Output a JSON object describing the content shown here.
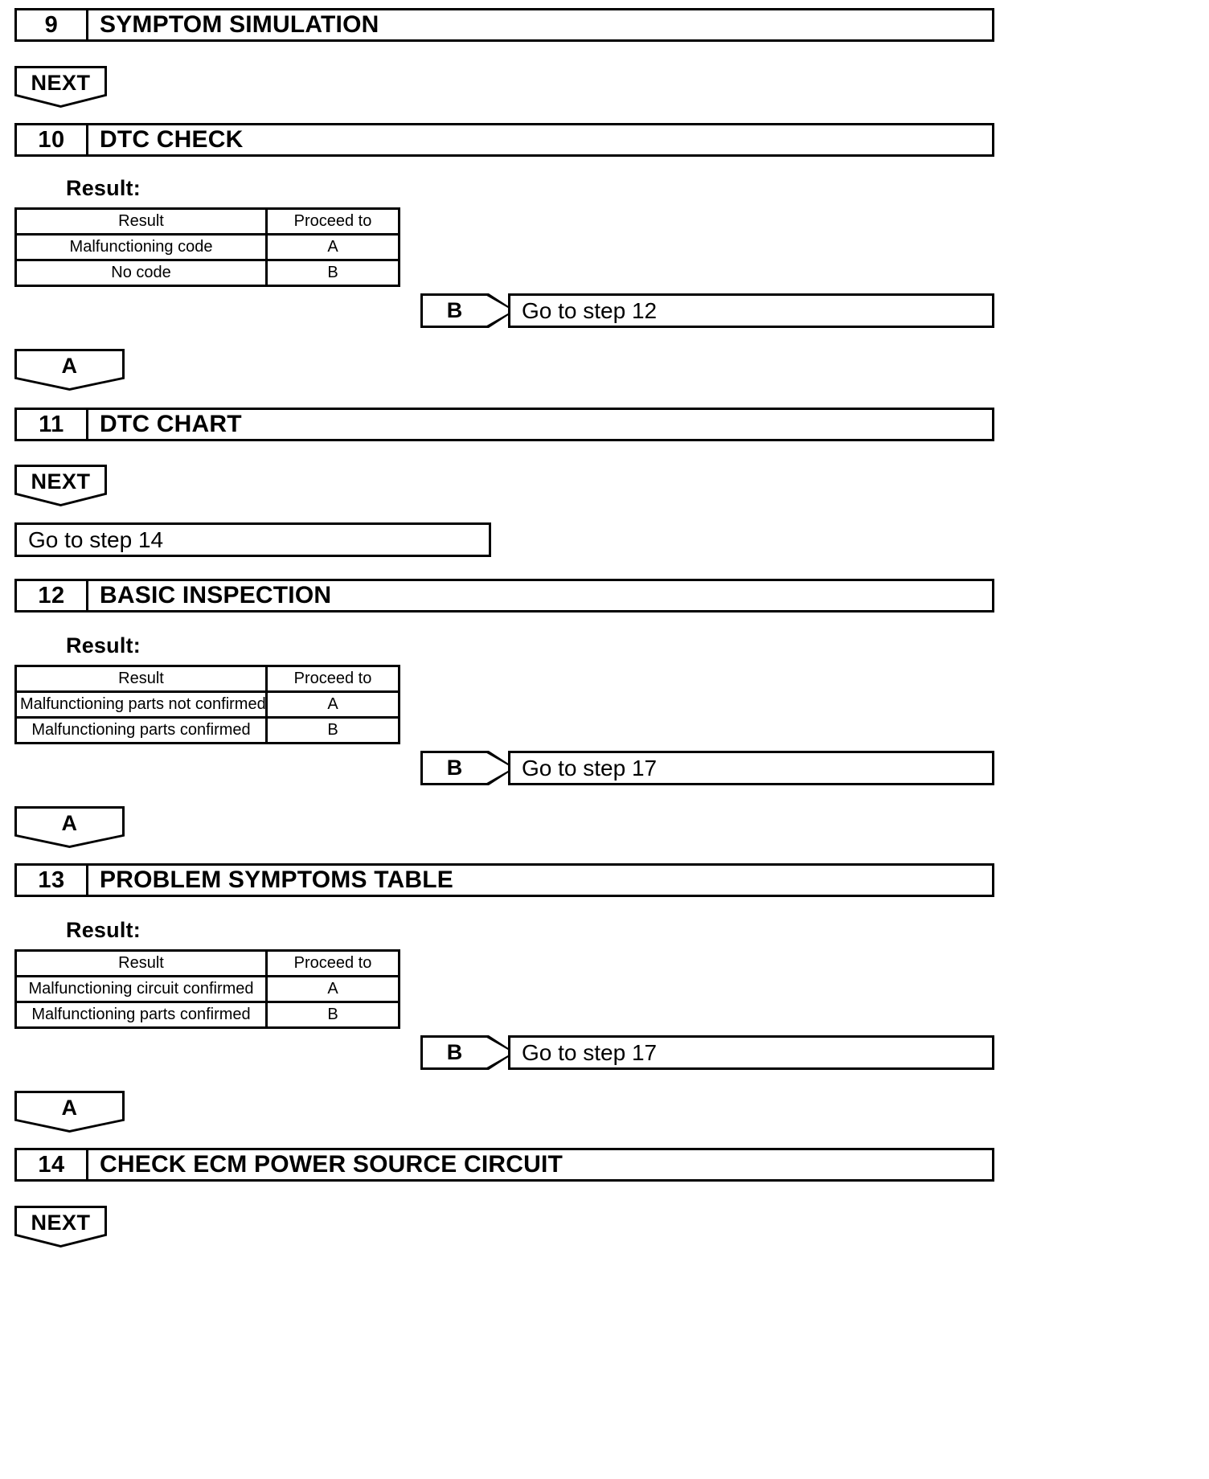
{
  "document": {
    "kind": "diagnostic-flowchart",
    "colors": {
      "ink": "#000000",
      "paper": "#ffffff"
    }
  },
  "table_headers": {
    "result": "Result",
    "proceed_to": "Proceed to"
  },
  "nodes": {
    "step9": {
      "number": "9",
      "title": "SYMPTOM SIMULATION"
    },
    "next_after_9": {
      "label": "NEXT"
    },
    "step10": {
      "number": "10",
      "title": "DTC CHECK"
    },
    "step10_result_label": "Result:",
    "step10_table": {
      "columns": [
        "Result",
        "Proceed to"
      ],
      "rows": [
        {
          "result": "Malfunctioning code",
          "proceed_to": "A"
        },
        {
          "result": "No code",
          "proceed_to": "B"
        }
      ]
    },
    "step10_branch_b": {
      "label": "B",
      "target": "Go to step 12"
    },
    "conn_a_after_10": {
      "label": "A"
    },
    "step11": {
      "number": "11",
      "title": "DTC CHART"
    },
    "next_after_11": {
      "label": "NEXT"
    },
    "goto_step_14": {
      "target": "Go to step 14"
    },
    "step12": {
      "number": "12",
      "title": "BASIC INSPECTION"
    },
    "step12_result_label": "Result:",
    "step12_table": {
      "columns": [
        "Result",
        "Proceed to"
      ],
      "rows": [
        {
          "result": "Malfunctioning parts not confirmed",
          "proceed_to": "A"
        },
        {
          "result": "Malfunctioning parts confirmed",
          "proceed_to": "B"
        }
      ]
    },
    "step12_branch_b": {
      "label": "B",
      "target": "Go to step 17"
    },
    "conn_a_after_12": {
      "label": "A"
    },
    "step13": {
      "number": "13",
      "title": "PROBLEM SYMPTOMS TABLE"
    },
    "step13_result_label": "Result:",
    "step13_table": {
      "columns": [
        "Result",
        "Proceed to"
      ],
      "rows": [
        {
          "result": "Malfunctioning circuit confirmed",
          "proceed_to": "A"
        },
        {
          "result": "Malfunctioning parts confirmed",
          "proceed_to": "B"
        }
      ]
    },
    "step13_branch_b": {
      "label": "B",
      "target": "Go to step 17"
    },
    "conn_a_after_13": {
      "label": "A"
    },
    "step14": {
      "number": "14",
      "title": "CHECK ECM POWER SOURCE CIRCUIT"
    },
    "next_after_14": {
      "label": "NEXT"
    }
  }
}
